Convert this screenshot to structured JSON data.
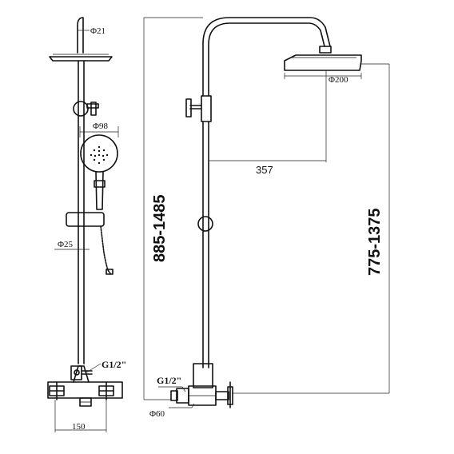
{
  "labels": {
    "riser_diameter": "Φ21",
    "hand_shower_diameter": "Φ98",
    "pipe_diameter": "Φ25",
    "inlet_thread_front": "G1/2\"",
    "base_width": "150",
    "arm_reach": "357",
    "head_diameter": "Φ200",
    "total_height_range": "885-1485",
    "head_height_range": "775-1375",
    "inlet_thread_side": "G1/2\"",
    "inlet_diameter": "Φ60"
  }
}
